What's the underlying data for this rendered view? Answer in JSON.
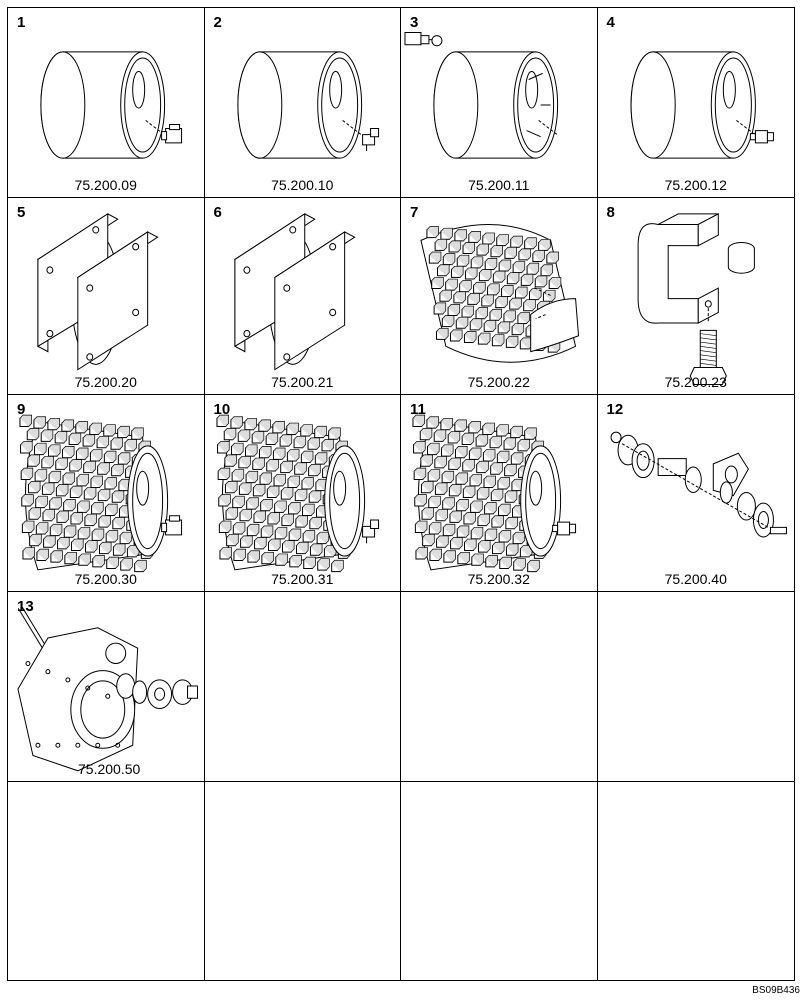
{
  "drawing_ref": "BS09B436",
  "items": [
    {
      "num": "1",
      "code": "75.200.09",
      "art": "drum-smooth",
      "icon": "motor-icon"
    },
    {
      "num": "2",
      "code": "75.200.10",
      "art": "drum-smooth",
      "icon": "sensor-icon"
    },
    {
      "num": "3",
      "code": "75.200.11",
      "art": "drum-smooth",
      "icon": "connector-icon"
    },
    {
      "num": "4",
      "code": "75.200.12",
      "art": "drum-smooth",
      "icon": "plug-icon"
    },
    {
      "num": "5",
      "code": "75.200.20",
      "art": "plates",
      "icon": "none"
    },
    {
      "num": "6",
      "code": "75.200.21",
      "art": "plates",
      "icon": "none"
    },
    {
      "num": "7",
      "code": "75.200.22",
      "art": "pad-shell",
      "icon": "none"
    },
    {
      "num": "8",
      "code": "75.200.23",
      "art": "clamp",
      "icon": "none"
    },
    {
      "num": "9",
      "code": "75.200.30",
      "art": "drum-pad",
      "icon": "motor-icon"
    },
    {
      "num": "10",
      "code": "75.200.31",
      "art": "drum-pad",
      "icon": "sensor-icon"
    },
    {
      "num": "11",
      "code": "75.200.32",
      "art": "drum-pad",
      "icon": "plug-icon"
    },
    {
      "num": "12",
      "code": "75.200.40",
      "art": "bearing",
      "icon": "none"
    },
    {
      "num": "13",
      "code": "75.200.50",
      "art": "gearbox",
      "icon": "none"
    }
  ]
}
